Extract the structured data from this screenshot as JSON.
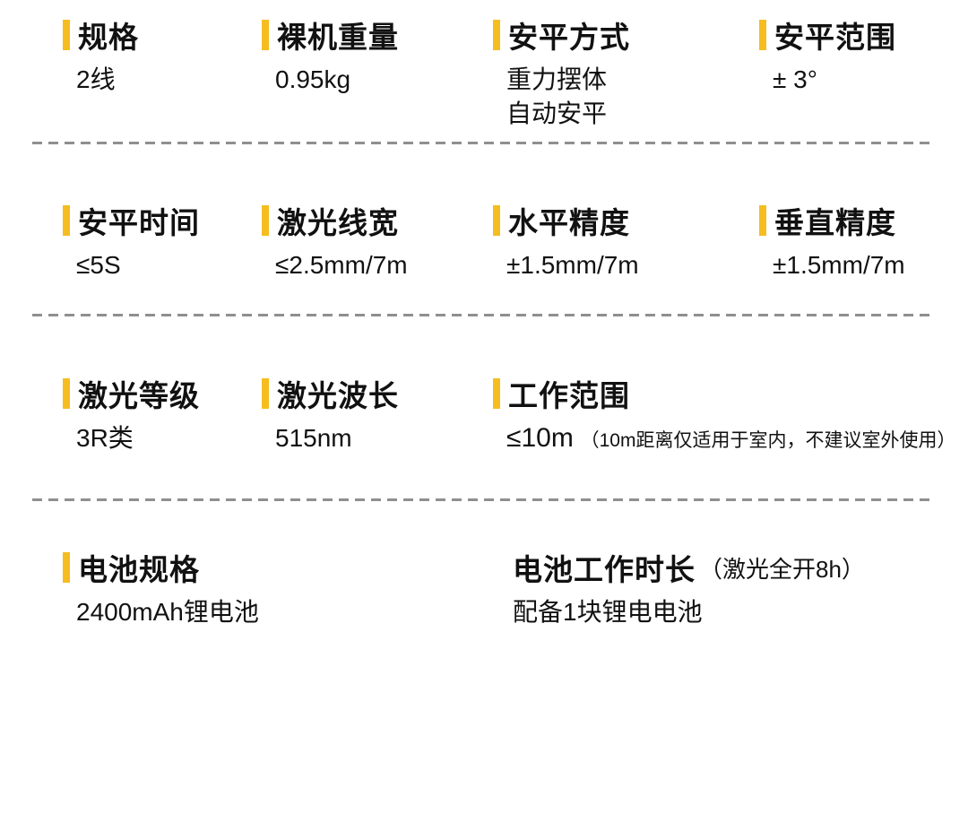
{
  "page": {
    "accent_color": "#F6BD20",
    "dash_color": "#8f8f8f",
    "text_color": "#111111",
    "background": "#ffffff"
  },
  "sections": [
    {
      "items": [
        {
          "label": "规格",
          "values": [
            "2线"
          ]
        },
        {
          "label": "裸机重量",
          "values": [
            "0.95kg"
          ]
        },
        {
          "label": "安平方式",
          "values": [
            "重力摆体",
            "自动安平"
          ]
        },
        {
          "label": "安平范围",
          "values": [
            "± 3°"
          ]
        }
      ]
    },
    {
      "items": [
        {
          "label": "安平时间",
          "values": [
            "≤5S"
          ]
        },
        {
          "label": "激光线宽",
          "values": [
            "≤2.5mm/7m"
          ]
        },
        {
          "label": "水平精度",
          "values": [
            "±1.5mm/7m"
          ]
        },
        {
          "label": "垂直精度",
          "values": [
            "±1.5mm/7m"
          ]
        }
      ]
    },
    {
      "items": [
        {
          "label": "激光等级",
          "values": [
            "3R类"
          ]
        },
        {
          "label": "激光波长",
          "values": [
            "515nm"
          ]
        },
        {
          "label": "工作范围",
          "value_main": "≤10m",
          "value_note": "（10m距离仅适用于室内，不建议室外使用）"
        }
      ]
    },
    {
      "items": [
        {
          "label": "电池规格",
          "values": [
            "2400mAh锂电池"
          ]
        },
        {
          "label": "电池工作时长",
          "label_note": "（激光全开8h）",
          "values": [
            "配备1块锂电电池"
          ]
        }
      ]
    }
  ]
}
